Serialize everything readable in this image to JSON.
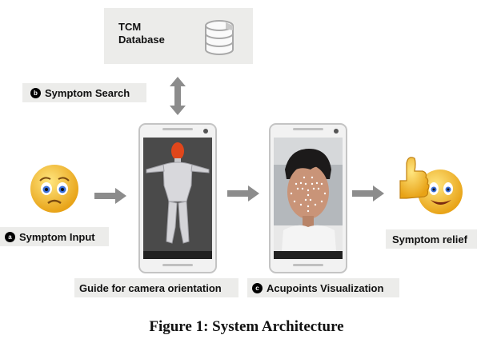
{
  "database": {
    "title_line1": "TCM",
    "title_line2": "Database",
    "icon": "database-icon"
  },
  "labels": {
    "symptom_search": {
      "badge": "b",
      "text": "Symptom Search"
    },
    "symptom_input": {
      "badge": "a",
      "text": "Symptom Input"
    },
    "symptom_relief": {
      "text": "Symptom relief"
    },
    "guide": {
      "text": "Guide for camera orientation"
    },
    "acupoints": {
      "badge": "c",
      "text": "Acupoints Visualization"
    }
  },
  "icons": [
    "worried-face-emoji",
    "thumbs-up-emoji",
    "smartphone-icon",
    "arrow-right-icon",
    "double-arrow-icon"
  ],
  "caption": "Figure 1: System Architecture",
  "colors": {
    "panel": "#ececea",
    "arrow": "#8c8c8c",
    "emoji": "#f5c542",
    "mannequin_head": "#e0461b"
  }
}
